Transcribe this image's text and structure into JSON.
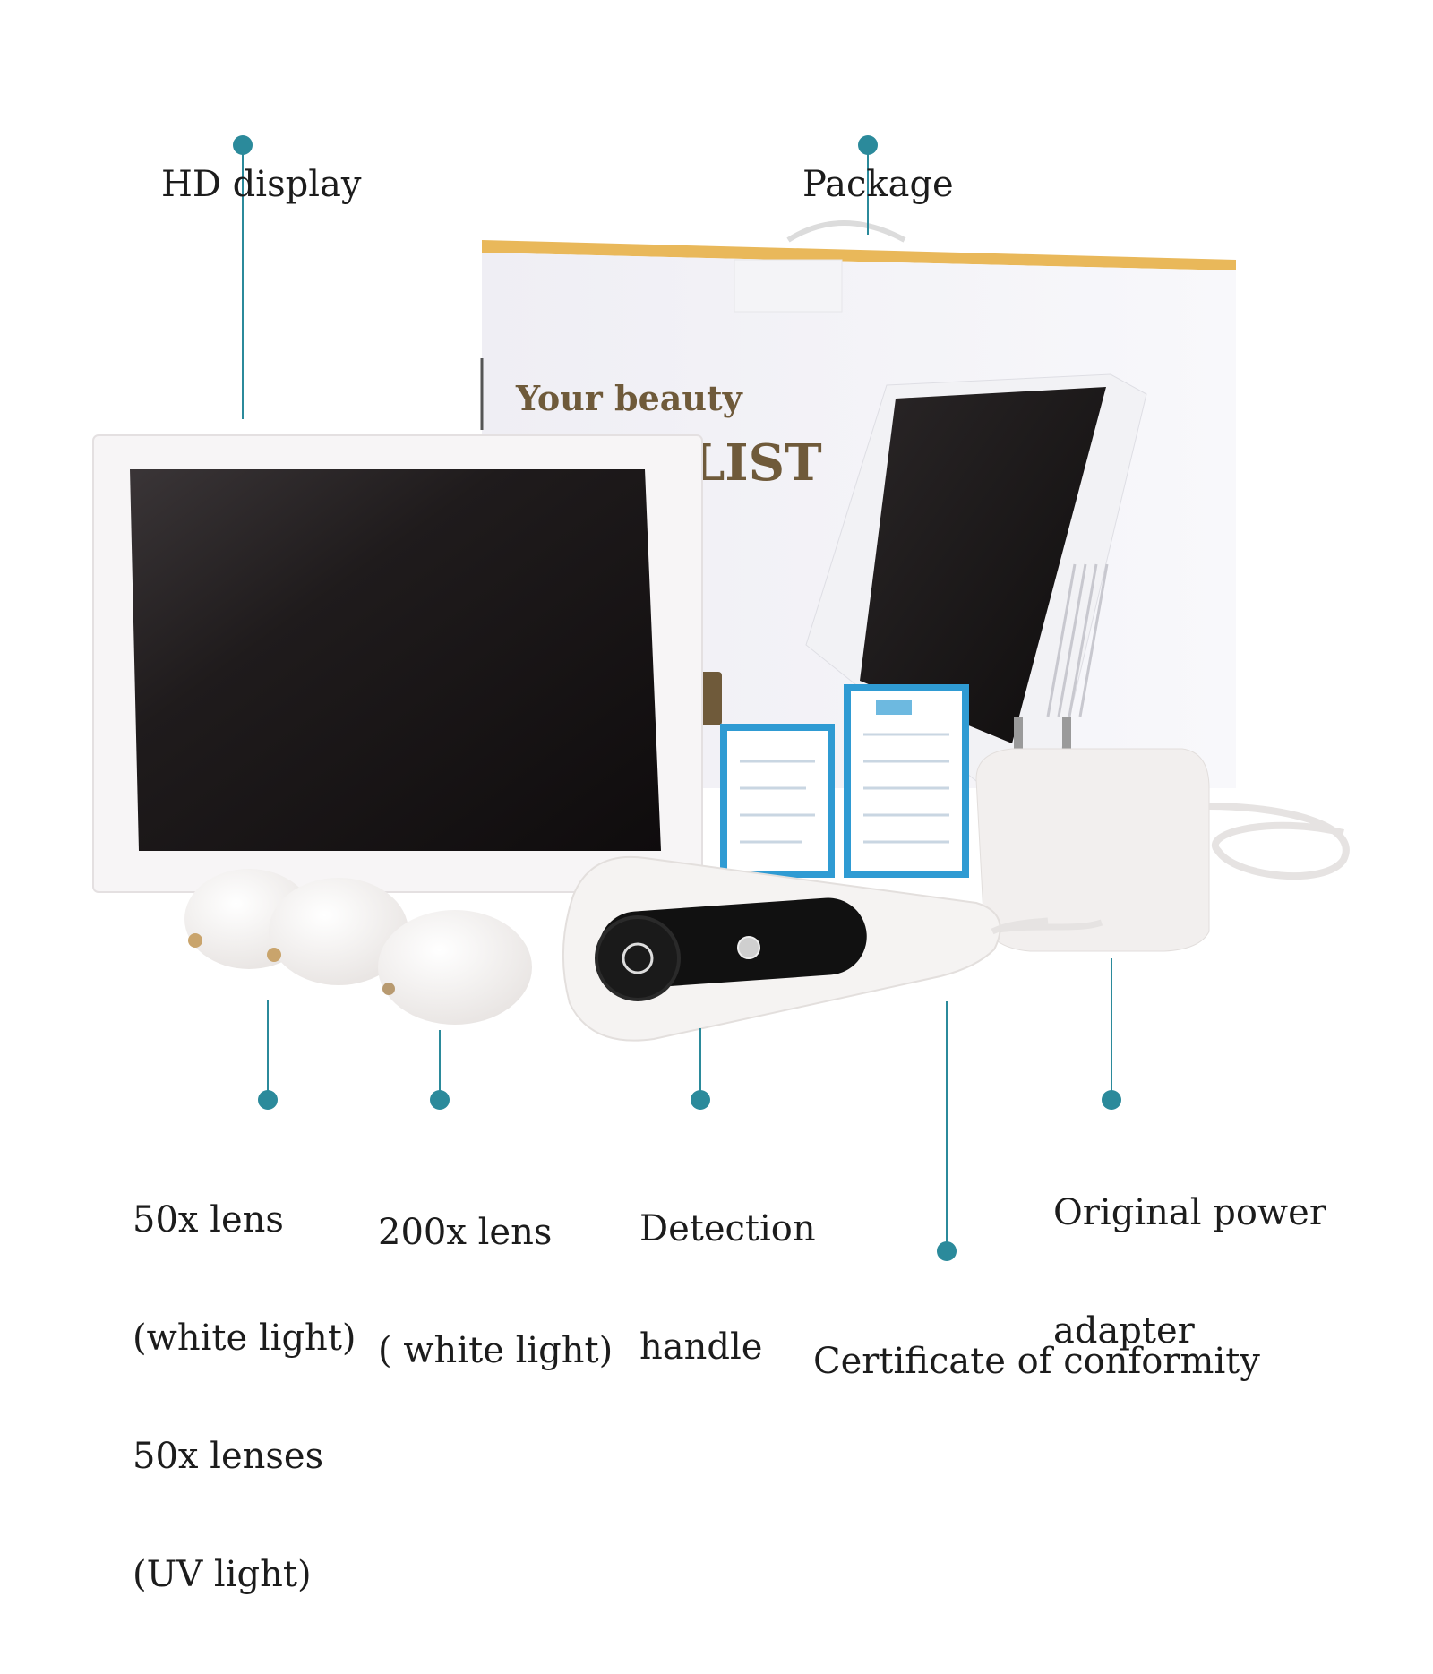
{
  "colors": {
    "accent": "#2b8a9b",
    "text": "#1c1c1c",
    "box_top": "#e9b85a",
    "box_brand": "#6f5a3a",
    "screen": "#1a1718",
    "frame": "#f7f5f6"
  },
  "package_box": {
    "line1": "Your beauty",
    "line2": "LIST"
  },
  "labels": {
    "hd_display": "HD display",
    "package": "Package",
    "lens_50x": [
      "50x lens",
      "(white light)",
      "50x lenses",
      "(UV light)"
    ],
    "lens_200x": [
      "200x lens",
      "( white light)"
    ],
    "detection_handle": [
      "Detection",
      "handle"
    ],
    "power_adapter": [
      "Original power",
      "adapter"
    ],
    "certificate": "Certificate of conformity"
  },
  "icons": [
    "callout-dot",
    "leader-line"
  ]
}
